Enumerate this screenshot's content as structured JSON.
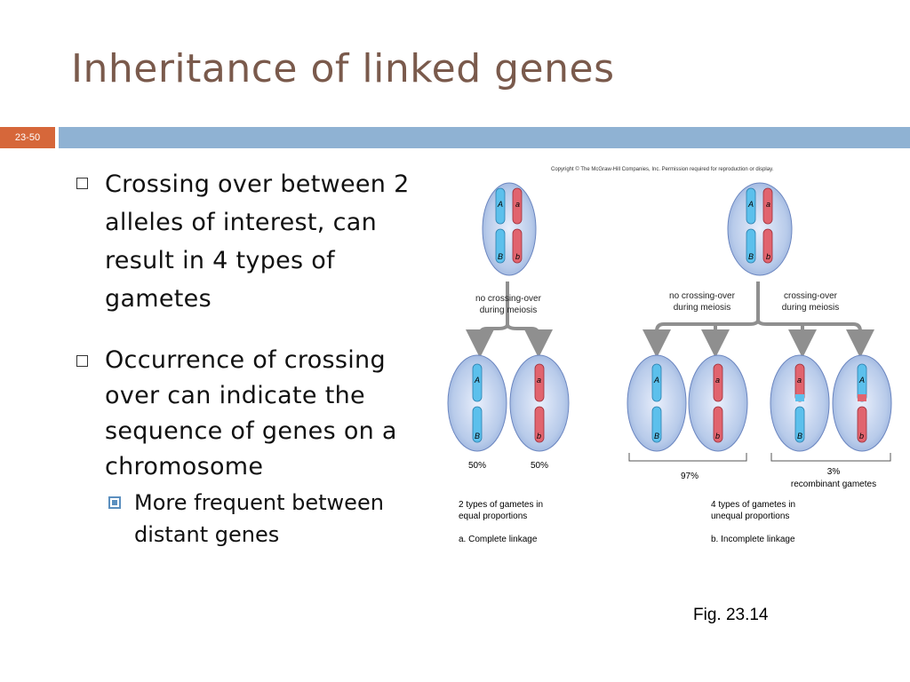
{
  "slide": {
    "title": "Inheritance of linked genes",
    "number": "23-50",
    "bullets": [
      {
        "text": "Crossing over between 2 alleles of interest, can result in 4 types of gametes"
      },
      {
        "text": "Occurrence of crossing over can indicate the sequence of genes on a chromosome"
      }
    ],
    "sub_bullet": "More frequent between distant genes",
    "fig_caption": "Fig. 23.14"
  },
  "figure": {
    "copyright": "Copyright © The McGraw-Hill Companies, Inc. Permission required for reproduction or display.",
    "allele_A": "A",
    "allele_a": "a",
    "allele_B": "B",
    "allele_b": "b",
    "a_arrow_line1": "no crossing-over",
    "a_arrow_line2": "during meiosis",
    "b_left_line1": "no crossing-over",
    "b_left_line2": "during meiosis",
    "b_right_line1": "crossing-over",
    "b_right_line2": "during meiosis",
    "a_pct_left": "50%",
    "a_pct_right": "50%",
    "b_pct_parental": "97%",
    "b_pct_recomb": "3%",
    "b_recomb_label": "recombinant gametes",
    "a_summary_line1": "2 types of gametes in",
    "a_summary_line2": "equal proportions",
    "a_caption": "a. Complete linkage",
    "b_summary_line1": "4 types of gametes in",
    "b_summary_line2": "unequal proportions",
    "b_caption": "b. Incomplete linkage",
    "colors": {
      "cell_fill": "#b3c8ea",
      "blue_chrom": "#5cc0ec",
      "red_chrom": "#e1646e",
      "arrow": "#8f8f8f"
    }
  }
}
